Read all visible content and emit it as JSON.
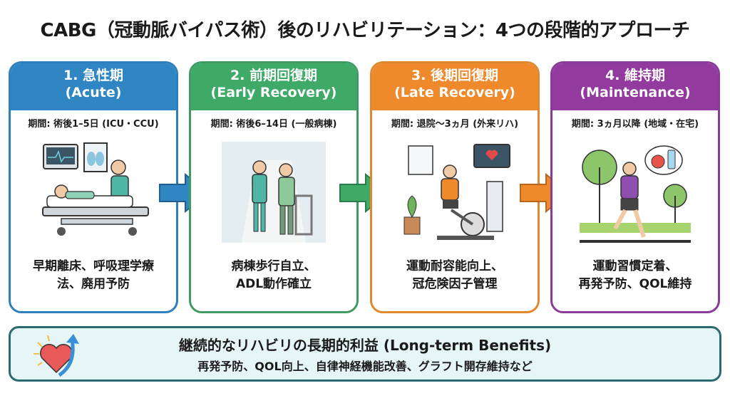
{
  "title": "CABG（冠動脈バイパス術）後のリハビリテーション：4つの段階的アプローチ",
  "stages": [
    {
      "number_title": "1. 急性期",
      "english": "(Acute)",
      "period": "期間: 術後1–5日 (ICU・CCU)",
      "desc_line1": "早期離床、呼吸理学療",
      "desc_line2": "法、廃用予防",
      "color": "#2f86c3",
      "illustration": "icu-bed-nurse"
    },
    {
      "number_title": "2. 前期回復期",
      "english": "(Early Recovery)",
      "period": "期間: 術後6–14日 (一般病棟)",
      "desc_line1": "病棟歩行自立、",
      "desc_line2": "ADL動作確立",
      "color": "#3fa968",
      "illustration": "walker-hallway"
    },
    {
      "number_title": "3. 後期回復期",
      "english": "(Late Recovery)",
      "period": "期間: 退院〜3ヵ月 (外来リハ)",
      "desc_line1": "運動耐容能向上、",
      "desc_line2": "冠危険因子管理",
      "color": "#ee8a2c",
      "illustration": "exercise-bike"
    },
    {
      "number_title": "4. 維持期",
      "english": "(Maintenance)",
      "period": "期間: 3ヵ月以降 (地域・在宅)",
      "desc_line1": "運動習慣定着、",
      "desc_line2": "再発予防、QOL維持",
      "color": "#933a9e",
      "illustration": "jogging-park"
    }
  ],
  "benefits": {
    "title": "継続的なリハビリの長期的利益 (Long-term Benefits)",
    "subtitle": "再発予防、QOL向上、自律神経機能改善、グラフト開存維持など",
    "icon": "heart-arrow-icon"
  }
}
